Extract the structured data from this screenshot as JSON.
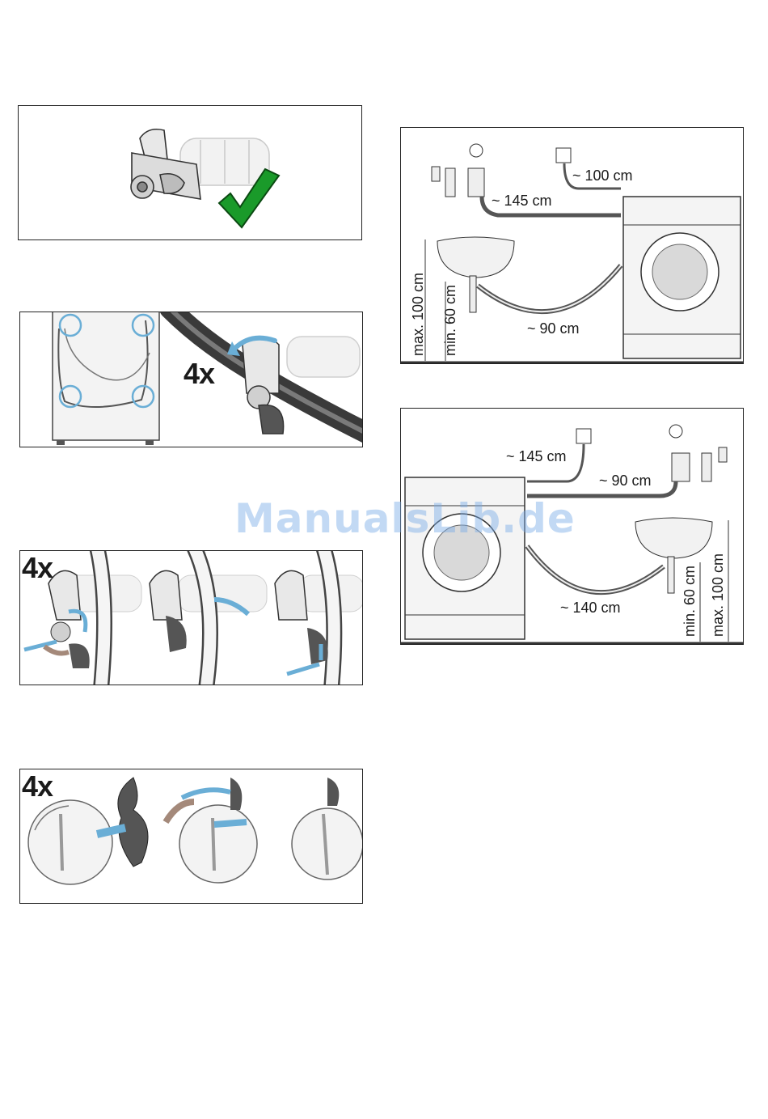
{
  "panels": {
    "clamp_ok": {},
    "remove_bolts": {
      "count_label": "4x"
    },
    "unclip_steps": {
      "count_label": "4x"
    },
    "cover_steps": {
      "count_label": "4x"
    }
  },
  "install_left": {
    "dist_tap": "~ 145 cm",
    "dist_socket": "~ 100 cm",
    "dist_drain": "~ 90 cm",
    "height_max": "max. 100 cm",
    "height_min": "min. 60 cm"
  },
  "install_right": {
    "dist_socket": "~ 145 cm",
    "dist_tap": "~ 90 cm",
    "dist_drain": "~ 140 cm",
    "height_min": "min. 60 cm",
    "height_max": "max. 100 cm"
  },
  "watermark": "ManualsLib.de",
  "colors": {
    "arrow_blue": "#6aaed6",
    "arrow_brown": "#a4897a",
    "check_green": "#1a9a2a",
    "hose_grey": "#5a5a5a"
  }
}
